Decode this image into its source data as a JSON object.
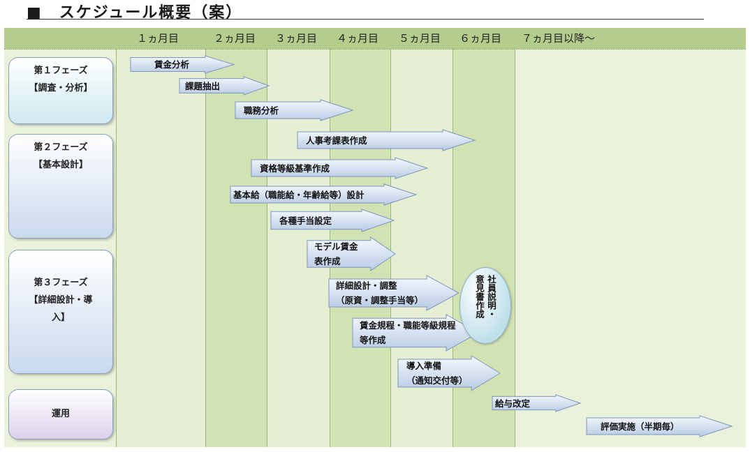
{
  "title": "■　スケジュール概要（案）",
  "months": [
    "１ヵ月目",
    "２ヵ月目",
    "３ヵ月目",
    "４ヵ月目",
    "５ヵ月目",
    "６ヵ月目",
    "７ヵ月目以降～"
  ],
  "phases": [
    {
      "line1": "第１フェーズ",
      "line2": "【調査・分析】"
    },
    {
      "line1": "第２フェーズ",
      "line2": "【基本設計】"
    },
    {
      "line1": "第３フェーズ",
      "line2": "【詳細設計・導",
      "line3": "入】"
    },
    {
      "line1": "運用"
    }
  ],
  "tasks": [
    {
      "line1": "賃金分析"
    },
    {
      "line1": "課題抽出"
    },
    {
      "line1": "職務分析"
    },
    {
      "line1": "人事考課表作成"
    },
    {
      "line1": "資格等級基準作成"
    },
    {
      "line1": "基本給（職能給・年齢給等）設計"
    },
    {
      "line1": "各種手当設定"
    },
    {
      "line1": "モデル賃金",
      "line2": "表作成"
    },
    {
      "line1": "詳細設計・調整",
      "line2": "（原資・調整手当等）"
    },
    {
      "line1": "賃金規程・職能等級規程",
      "line2": "等作成"
    },
    {
      "line1": "導入準備",
      "line2": "（通知交付等）"
    },
    {
      "line1": "給与改定"
    },
    {
      "line1": "評価実施（半期毎）"
    }
  ],
  "ellipse": {
    "col1": "社員説明・",
    "col2": "意見書作成"
  },
  "colors": {
    "header": "#b4cc8c",
    "col_dark": "#d3e2b3",
    "col_light": "#e6efd3",
    "arrow_top": "#f6f9fd",
    "arrow_bottom": "#b8cbe4",
    "arrow_stroke": "#7d96bf"
  }
}
